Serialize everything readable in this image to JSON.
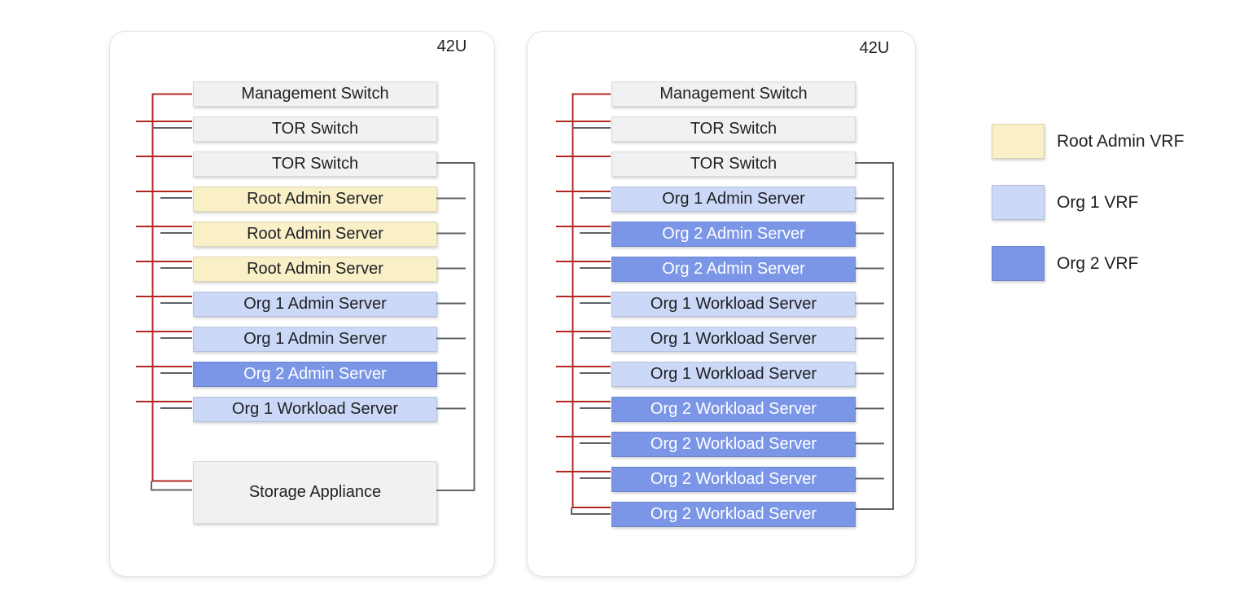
{
  "racks": [
    {
      "capacity_label": "42U",
      "units": [
        {
          "label": "Management Switch",
          "type": "infrastructure"
        },
        {
          "label": "TOR Switch",
          "type": "infrastructure"
        },
        {
          "label": "TOR Switch",
          "type": "infrastructure"
        },
        {
          "label": "Root Admin Server",
          "type": "root_admin_vrf"
        },
        {
          "label": "Root Admin Server",
          "type": "root_admin_vrf"
        },
        {
          "label": "Root Admin Server",
          "type": "root_admin_vrf"
        },
        {
          "label": "Org 1 Admin Server",
          "type": "org1_vrf"
        },
        {
          "label": "Org 1 Admin Server",
          "type": "org1_vrf"
        },
        {
          "label": "Org 2 Admin Server",
          "type": "org2_vrf"
        },
        {
          "label": "Org 1 Workload Server",
          "type": "org1_vrf"
        },
        {
          "label": "Storage Appliance",
          "type": "infrastructure"
        }
      ]
    },
    {
      "capacity_label": "42U",
      "units": [
        {
          "label": "Management Switch",
          "type": "infrastructure"
        },
        {
          "label": "TOR Switch",
          "type": "infrastructure"
        },
        {
          "label": "TOR Switch",
          "type": "infrastructure"
        },
        {
          "label": "Org 1 Admin Server",
          "type": "org1_vrf"
        },
        {
          "label": "Org 2 Admin Server",
          "type": "org2_vrf"
        },
        {
          "label": "Org 2 Admin Server",
          "type": "org2_vrf"
        },
        {
          "label": "Org 1 Workload Server",
          "type": "org1_vrf"
        },
        {
          "label": "Org 1 Workload Server",
          "type": "org1_vrf"
        },
        {
          "label": "Org 1 Workload Server",
          "type": "org1_vrf"
        },
        {
          "label": "Org 2 Workload Server",
          "type": "org2_vrf"
        },
        {
          "label": "Org 2 Workload Server",
          "type": "org2_vrf"
        },
        {
          "label": "Org 2 Workload Server",
          "type": "org2_vrf"
        },
        {
          "label": "Org 2 Workload Server",
          "type": "org2_vrf"
        }
      ]
    }
  ],
  "legend": {
    "items": [
      {
        "label": "Root Admin VRF",
        "color_key": "root_admin_vrf"
      },
      {
        "label": "Org 1 VRF",
        "color_key": "org1_vrf"
      },
      {
        "label": "Org 2 VRF",
        "color_key": "org2_vrf"
      }
    ]
  },
  "colors": {
    "root_admin_vrf": "#F9F0C8",
    "org1_vrf": "#CCD8F7",
    "org2_vrf": "#7B96E7",
    "infrastructure": "#F1F1F1",
    "management_link": "#B2271F",
    "data_link": "#5F6368",
    "text": "#202124"
  }
}
